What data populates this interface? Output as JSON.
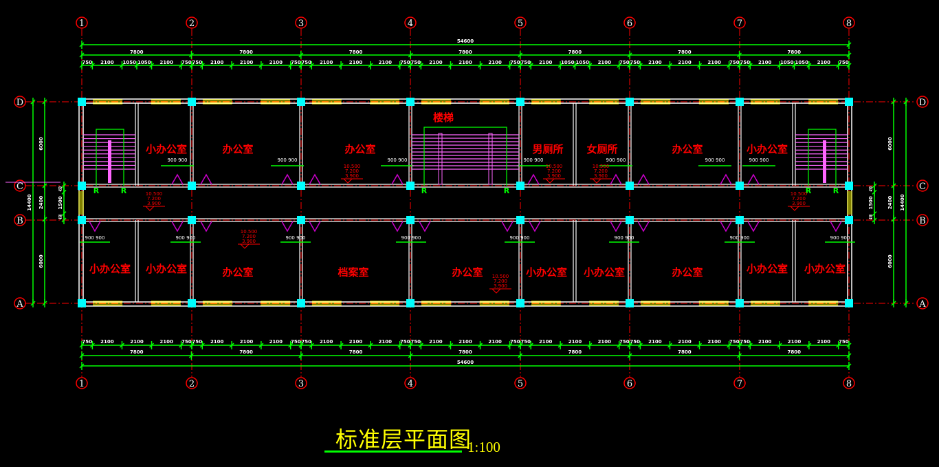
{
  "drawing": {
    "title": "标准层平面图",
    "scale": "1:100",
    "colors": {
      "axis": "#ff0000",
      "dim": "#00ff00",
      "dim_text": "#ffffff",
      "wall": "#ffffff",
      "column": "#00ffff",
      "window": "#ffff00",
      "stair": "#ff66ff",
      "room_text": "#ff0000",
      "door": "#cc00cc"
    },
    "axes_columns": [
      "1",
      "2",
      "3",
      "4",
      "5",
      "6",
      "7",
      "8"
    ],
    "axes_rows": [
      "D",
      "C",
      "B",
      "A"
    ],
    "overall_length": "54600",
    "bay_spacing": [
      "7800",
      "7800",
      "7800",
      "7800",
      "7800",
      "7800",
      "7800"
    ],
    "top_segments": [
      [
        "750",
        "2100",
        "1050",
        "1050",
        "2100",
        "750"
      ],
      [
        "750",
        "2100",
        "2100",
        "2100",
        "750"
      ],
      [
        "750",
        "2100",
        "2100",
        "2100",
        "750"
      ],
      [
        "750",
        "2100",
        "2100",
        "2100",
        "750"
      ],
      [
        "750",
        "2100",
        "1050",
        "1050",
        "2100",
        "750"
      ],
      [
        "750",
        "2100",
        "2100",
        "2100",
        "750"
      ],
      [
        "750",
        "2100",
        "1050",
        "1050",
        "2100",
        "750"
      ]
    ],
    "bottom_segments": [
      [
        "750",
        "2100",
        "2100",
        "2100",
        "750"
      ],
      [
        "750",
        "2100",
        "2100",
        "2100",
        "750"
      ],
      [
        "750",
        "2100",
        "2100",
        "2100",
        "750"
      ],
      [
        "750",
        "2100",
        "2100",
        "2100",
        "750"
      ],
      [
        "750",
        "2100",
        "2100",
        "2100",
        "750"
      ],
      [
        "750",
        "2100",
        "2100",
        "2100",
        "750"
      ],
      [
        "750",
        "2100",
        "2100",
        "2100",
        "750"
      ]
    ],
    "overall_depth": "14400",
    "row_spacing": [
      "6000",
      "2400",
      "6000"
    ],
    "corridor_segments": [
      "450",
      "1500",
      "450"
    ],
    "door_dims": [
      "900",
      "900"
    ],
    "rooms_top": [
      "小办公室",
      "办公室",
      "办公室",
      "楼梯",
      "男厕所",
      "女厕所",
      "办公室",
      "小办公室"
    ],
    "rooms_bottom": [
      "小办公室",
      "小办公室",
      "办公室",
      "档案室",
      "办公室",
      "小办公室",
      "小办公室",
      "办公室",
      "小办公室",
      "小办公室"
    ],
    "elevation": [
      "10.500",
      "7.200",
      "3.900"
    ],
    "stair_marks": [
      "R",
      "R"
    ]
  }
}
